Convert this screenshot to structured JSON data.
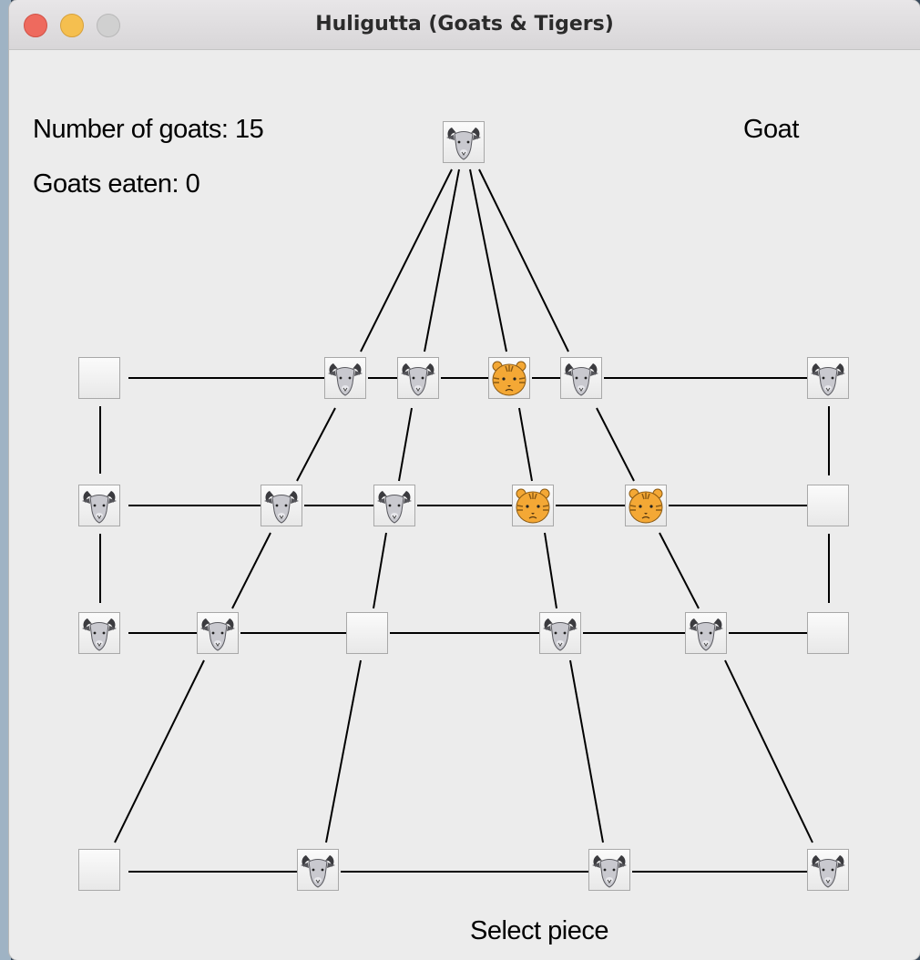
{
  "window": {
    "title": "Huligutta (Goats & Tigers)"
  },
  "status": {
    "goats_count_label": "Number of goats: 15",
    "goats_eaten_label": "Goats eaten: 0",
    "turn_label": "Goat",
    "message": "Select piece"
  },
  "icons": {
    "goat": "goat-icon",
    "tiger": "tiger-icon",
    "empty": "empty-cell"
  },
  "colors": {
    "tiger": "#f4a835",
    "goat": "#c9c9cf"
  },
  "board": {
    "nodes": [
      {
        "id": "apex",
        "piece": "goat"
      },
      {
        "id": "r1c0",
        "piece": "empty"
      },
      {
        "id": "r1c1",
        "piece": "goat"
      },
      {
        "id": "r1c2",
        "piece": "goat"
      },
      {
        "id": "r1c3",
        "piece": "tiger"
      },
      {
        "id": "r1c4",
        "piece": "goat"
      },
      {
        "id": "r1c5",
        "piece": "goat"
      },
      {
        "id": "r2c0",
        "piece": "goat"
      },
      {
        "id": "r2c1",
        "piece": "goat"
      },
      {
        "id": "r2c2",
        "piece": "goat"
      },
      {
        "id": "r2c3",
        "piece": "tiger"
      },
      {
        "id": "r2c4",
        "piece": "tiger"
      },
      {
        "id": "r2c5",
        "piece": "empty"
      },
      {
        "id": "r3c0",
        "piece": "goat"
      },
      {
        "id": "r3c1",
        "piece": "goat"
      },
      {
        "id": "r3c2",
        "piece": "empty"
      },
      {
        "id": "r3c3",
        "piece": "goat"
      },
      {
        "id": "r3c4",
        "piece": "goat"
      },
      {
        "id": "r3c5",
        "piece": "empty"
      },
      {
        "id": "r4c0",
        "piece": "empty"
      },
      {
        "id": "r4c1",
        "piece": "goat"
      },
      {
        "id": "r4c2",
        "piece": "goat"
      },
      {
        "id": "r4c3",
        "piece": "goat"
      }
    ]
  }
}
